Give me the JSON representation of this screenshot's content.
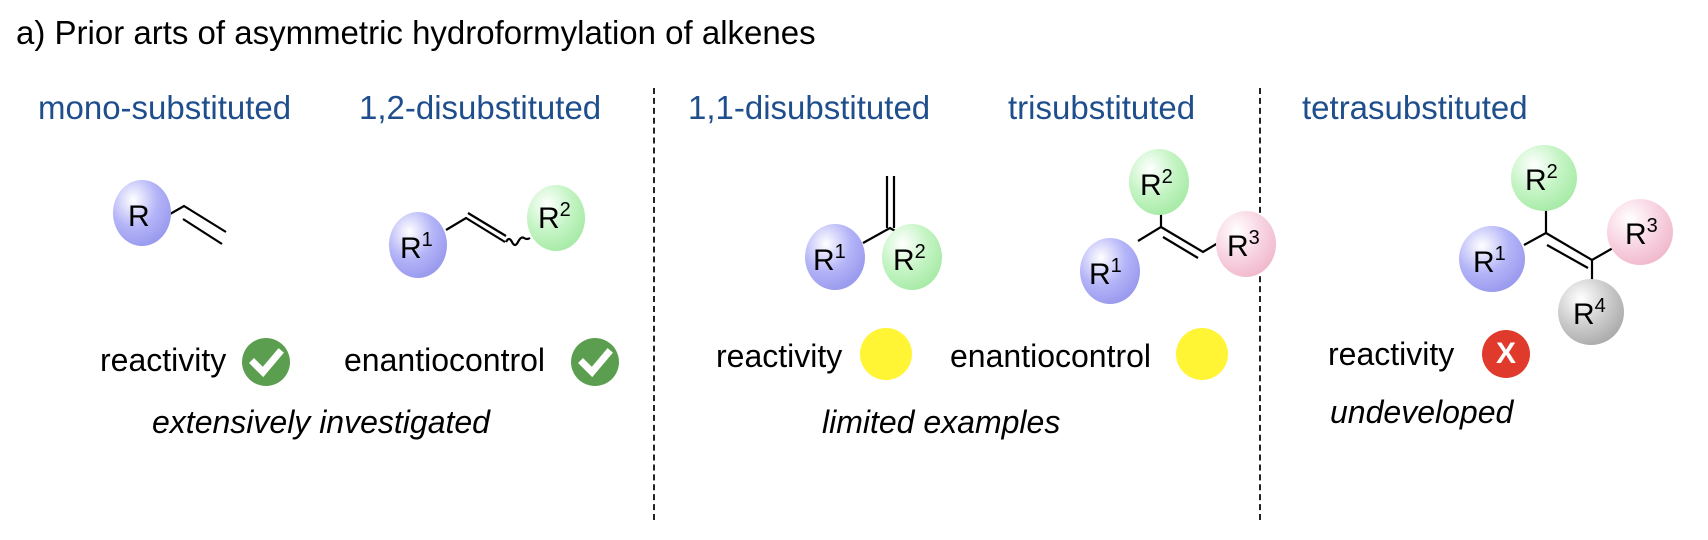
{
  "title": "a) Prior arts of asymmetric hydroformylation of alkenes",
  "categories": [
    {
      "label": "mono-substituted"
    },
    {
      "label": "1,2-disubstituted"
    },
    {
      "label": "1,1-disubstituted"
    },
    {
      "label": "trisubstituted"
    },
    {
      "label": "tetrasubstituted"
    }
  ],
  "substituents": {
    "R": "R",
    "R1": "R",
    "R2": "R",
    "R3": "R",
    "R4": "R",
    "sup1": "1",
    "sup2": "2",
    "sup3": "3",
    "sup4": "4"
  },
  "substituent_colors": {
    "R1": "#aaaaf6",
    "R2": "#b6f0b6",
    "R3": "#f6c8da",
    "R4": "#c4c4c4"
  },
  "criteria": [
    {
      "label": "reactivity",
      "status": "check",
      "icon": "check-circle-icon"
    },
    {
      "label": "enantiocontrol",
      "status": "check",
      "icon": "check-circle-icon"
    },
    {
      "label": "reactivity",
      "status": "partial",
      "icon": "yellow-circle-icon"
    },
    {
      "label": "enantiocontrol",
      "status": "partial",
      "icon": "yellow-circle-icon"
    },
    {
      "label": "reactivity",
      "status": "fail",
      "icon": "x-circle-icon",
      "icon_text": "X"
    }
  ],
  "groups": [
    {
      "summary": "extensively investigated"
    },
    {
      "summary": "limited examples"
    },
    {
      "summary": "undeveloped"
    }
  ],
  "status_colors": {
    "check": "#5b9e50",
    "partial": "#fff534",
    "fail": "#e03a2c"
  },
  "category_color": "#1f4e8c"
}
